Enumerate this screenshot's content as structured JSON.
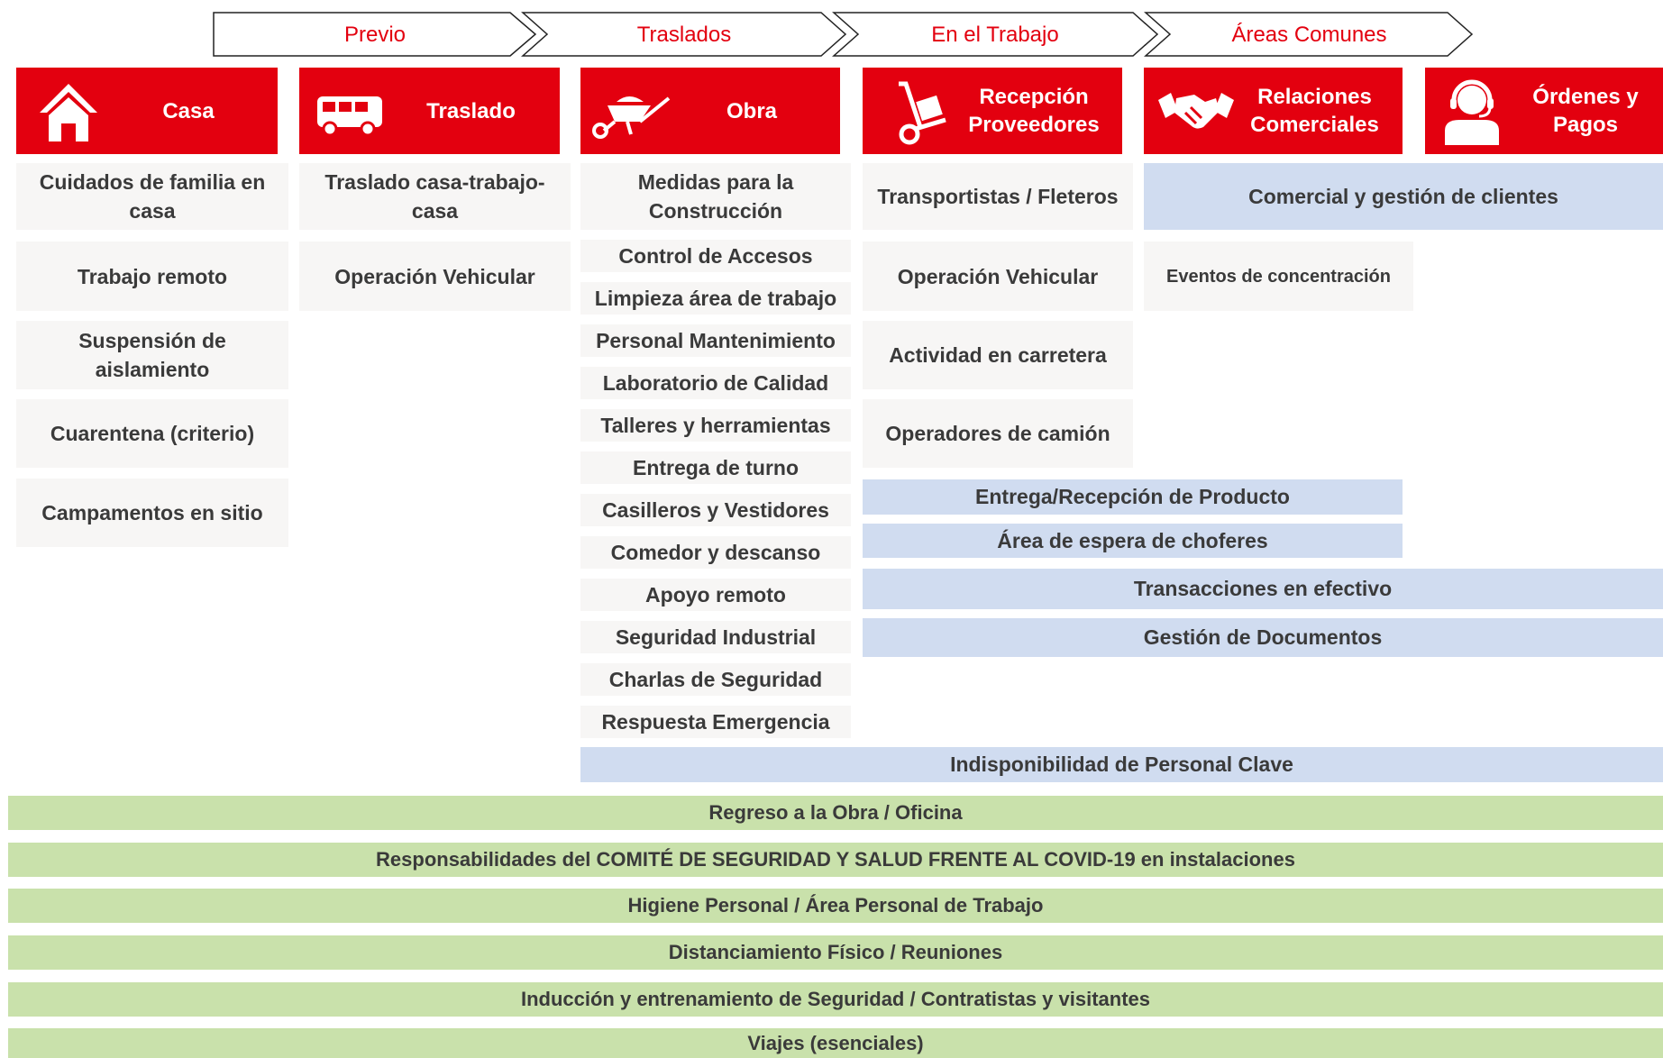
{
  "phases": [
    "Previo",
    "Traslados",
    "En el Trabajo",
    "Áreas Comunes"
  ],
  "headers": [
    {
      "label": "Casa",
      "icon": "house-icon"
    },
    {
      "label": "Traslado",
      "icon": "bus-icon"
    },
    {
      "label": "Obra",
      "icon": "wheelbarrow-icon"
    },
    {
      "label": "Recepción Proveedores",
      "icon": "hand-truck-icon"
    },
    {
      "label": "Relaciones Comerciales",
      "icon": "handshake-icon"
    },
    {
      "label": "Órdenes y Pagos",
      "icon": "headset-agent-icon"
    }
  ],
  "casa_items": [
    "Cuidados de familia en casa",
    "Trabajo remoto",
    "Suspensión de aislamiento",
    "Cuarentena (criterio)",
    "Campamentos en sitio"
  ],
  "traslado_items": [
    "Traslado casa-trabajo-casa",
    "Operación Vehicular"
  ],
  "obra_items": [
    "Medidas para la Construcción",
    "Control de Accesos",
    "Limpieza área de trabajo",
    "Personal Mantenimiento",
    "Laboratorio de Calidad",
    "Talleres y herramientas",
    "Entrega de turno",
    "Casilleros y Vestidores",
    "Comedor y descanso",
    "Apoyo remoto",
    "Seguridad Industrial",
    "Charlas de Seguridad",
    "Respuesta Emergencia"
  ],
  "recepcion_items": [
    "Transportistas / Fleteros",
    "Operación Vehicular",
    "Actividad en carretera",
    "Operadores de camión"
  ],
  "relaciones_items": [
    "Eventos de concentración"
  ],
  "shared_blue": {
    "comercial": "Comercial y gestión de clientes",
    "entrega": "Entrega/Recepción de Producto",
    "espera": "Área de espera de choferes",
    "efectivo": "Transacciones en efectivo",
    "documentos": "Gestión de Documentos",
    "indisponibilidad": "Indisponibilidad de Personal Clave"
  },
  "general_bars": [
    "Regreso a la Obra / Oficina",
    "Responsabilidades del COMITÉ DE SEGURIDAD Y SALUD FRENTE AL COVID-19 en instalaciones",
    "Higiene Personal / Área Personal de Trabajo",
    "Distanciamiento Físico / Reuniones",
    "Inducción y entrenamiento de Seguridad / Contratistas y visitantes",
    "Viajes (esenciales)"
  ],
  "colors": {
    "brand_red": "#e3000f",
    "cell_gray": "#f7f6f5",
    "shared_blue": "#d0dcf0",
    "general_green": "#c9e1ab"
  }
}
